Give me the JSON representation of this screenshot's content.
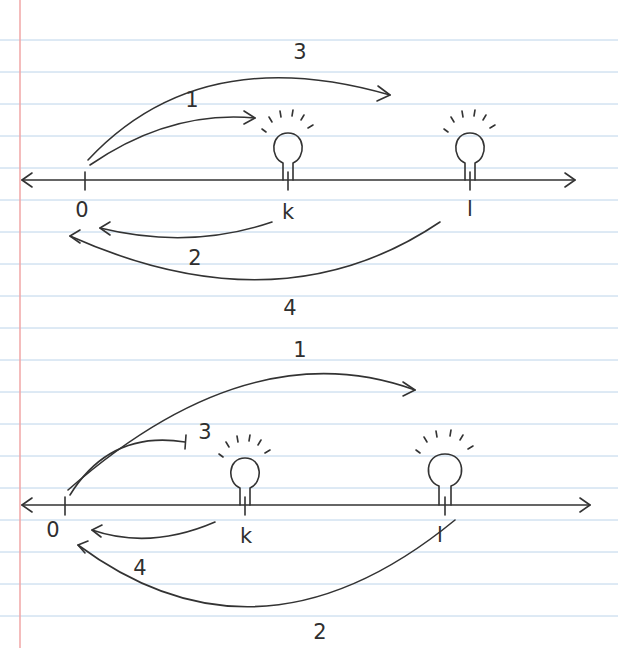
{
  "diagram": {
    "labels": [
      "3",
      "1",
      "0",
      "k",
      "l",
      "2",
      "4",
      "1",
      "3",
      "0",
      "k",
      "l",
      "4",
      "2"
    ]
  }
}
